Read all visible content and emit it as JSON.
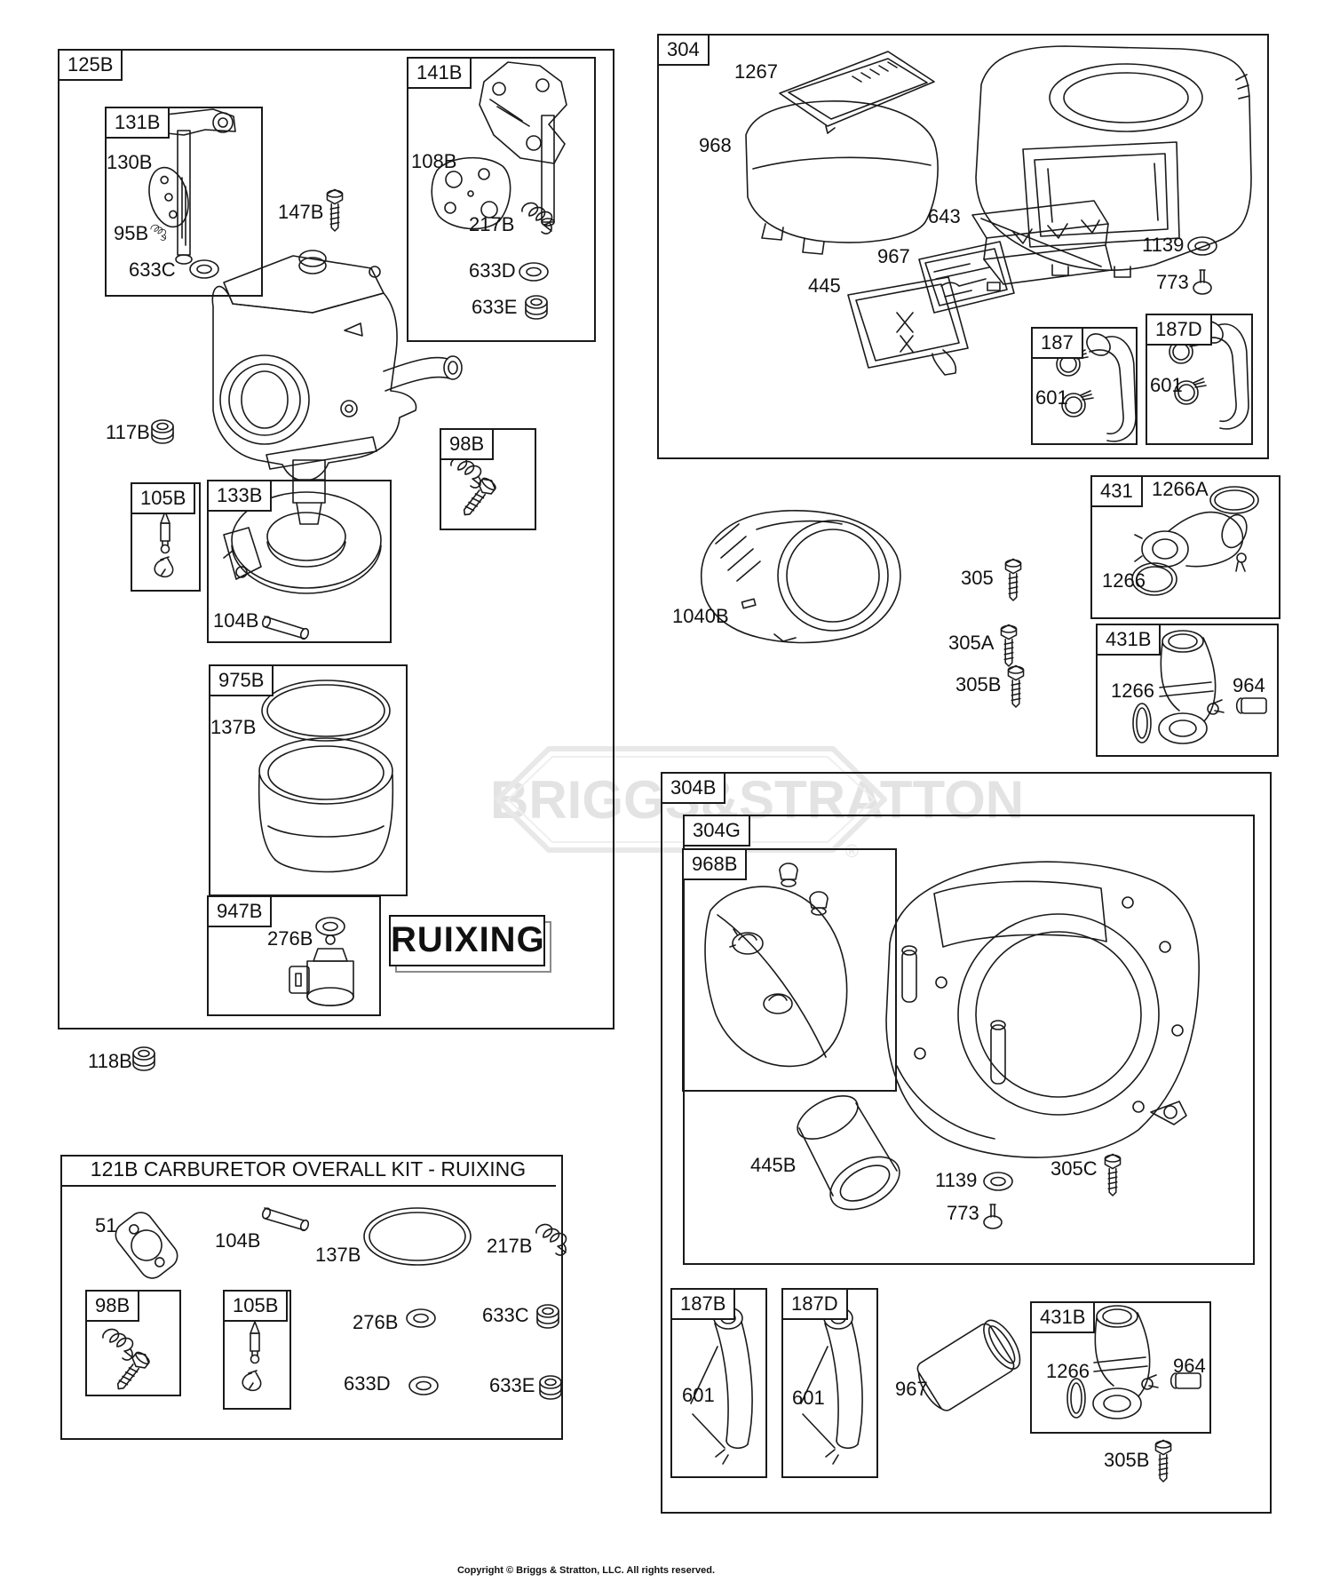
{
  "watermark": {
    "text": "BRIGGS&STRATTON",
    "registered": "®"
  },
  "banner": {
    "text": "RUIXING"
  },
  "kit": {
    "header": "121B CARBURETOR OVERALL KIT - RUIXING"
  },
  "footer": {
    "copyright": "Copyright © Briggs & Stratton, LLC. All rights reserved."
  },
  "callouts": {
    "c125B": "125B",
    "c131B": "131B",
    "c130B": "130B",
    "c95B": "95B",
    "c633C_1": "633C",
    "c147B": "147B",
    "c141B": "141B",
    "c108B": "108B",
    "c217B_1": "217B",
    "c633D_1": "633D",
    "c633E_1": "633E",
    "c117B": "117B",
    "c98B_1": "98B",
    "c105B_1": "105B",
    "c133B": "133B",
    "c104B_1": "104B",
    "c975B": "975B",
    "c137B_1": "137B",
    "c947B": "947B",
    "c276B_1": "276B",
    "c118B": "118B",
    "c51": "51",
    "c104B_2": "104B",
    "c137B_2": "137B",
    "c217B_2": "217B",
    "c98B_2": "98B",
    "c105B_2": "105B",
    "c276B_2": "276B",
    "c633C_2": "633C",
    "c633D_2": "633D",
    "c633E_2": "633E",
    "c304": "304",
    "c1267": "1267",
    "c968": "968",
    "c643": "643",
    "c967_1": "967",
    "c445": "445",
    "c1139_1": "1139",
    "c773_1": "773",
    "c187": "187",
    "c601_1": "601",
    "c187D_1": "187D",
    "c601_2": "601",
    "c1040B": "1040B",
    "c305": "305",
    "c305A": "305A",
    "c305B_1": "305B",
    "c431": "431",
    "c1266A": "1266A",
    "c1266_1": "1266",
    "c431B_1": "431B",
    "c1266_2": "1266",
    "c964_1": "964",
    "c304B": "304B",
    "c304G": "304G",
    "c968B": "968B",
    "c445B": "445B",
    "c1139_2": "1139",
    "c773_2": "773",
    "c305C": "305C",
    "c187B": "187B",
    "c601_3": "601",
    "c187D_2": "187D",
    "c601_4": "601",
    "c967_2": "967",
    "c431B_2": "431B",
    "c1266_3": "1266",
    "c964_2": "964",
    "c305B_2": "305B"
  }
}
